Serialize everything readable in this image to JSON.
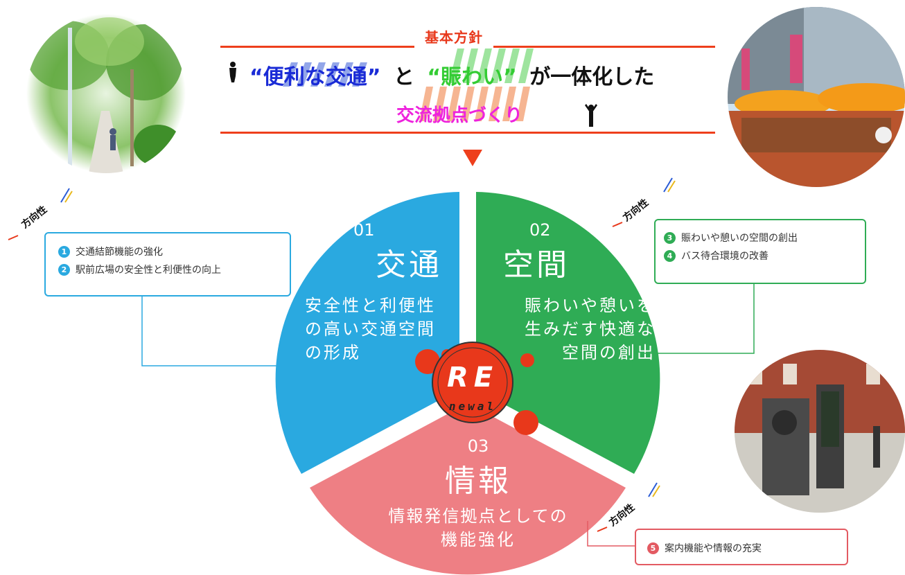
{
  "policy": {
    "heading": "基本方針",
    "slogan_part1": "“便利な交通”",
    "slogan_to": "と",
    "slogan_part2": "“賑わい”",
    "slogan_part3": "が一体化した",
    "slogan_line2": "交流拠点づくり"
  },
  "center_logo": {
    "main": "RE",
    "sub": "newal"
  },
  "direction_tag": "方向性",
  "sectors": [
    {
      "num": "01",
      "title": "交通",
      "desc": [
        "安全性と利便性",
        "の高い交通空間",
        "の形成"
      ],
      "color": "#2aa9e0"
    },
    {
      "num": "02",
      "title": "空間",
      "desc": [
        "賑わいや憩いを",
        "生みだす快適な",
        "空間の創出"
      ],
      "color": "#2fac55"
    },
    {
      "num": "03",
      "title": "情報",
      "desc": [
        "情報発信拠点としての",
        "機能強化"
      ],
      "color": "#ee7f84"
    }
  ],
  "cards": {
    "traffic": [
      {
        "n": "1",
        "text": "交通結節機能の強化"
      },
      {
        "n": "2",
        "text": "駅前広場の安全性と利便性の向上"
      }
    ],
    "space": [
      {
        "n": "3",
        "text": "賑わいや憩いの空間の創出"
      },
      {
        "n": "4",
        "text": "バス待合環境の改善"
      }
    ],
    "info": [
      {
        "n": "5",
        "text": "案内機能や情報の充実"
      }
    ]
  },
  "colors": {
    "accent_red": "#ee3f1c",
    "blue": "#2aa9e0",
    "green": "#2fac55",
    "pink": "#ee7f84",
    "magenta": "#ee22dd",
    "navy": "#1a2bd6",
    "lime": "#33cc33"
  }
}
